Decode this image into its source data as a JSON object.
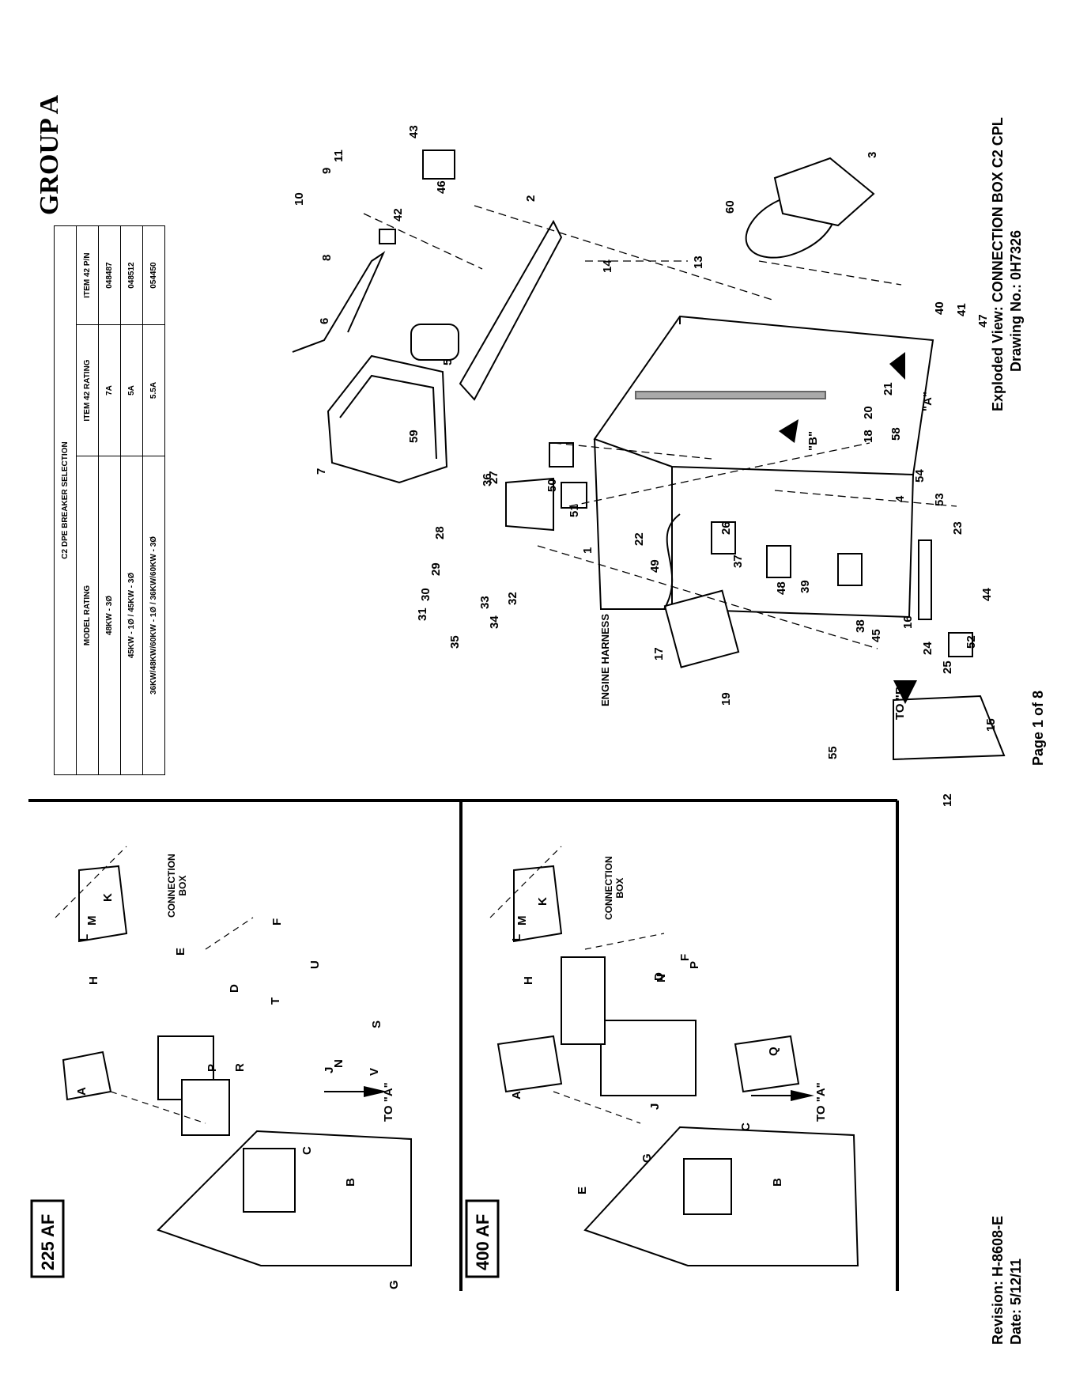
{
  "group_title": "GROUP A",
  "drawing_title": "Exploded View: CONNECTION BOX C2 CPL",
  "drawing_no": "Drawing No.: 0H7326",
  "revision": "Revision: H-8608-E",
  "date": "Date: 5/12/11",
  "page": "Page 1 of 8",
  "panel_225": "225 AF",
  "panel_400": "400 AF",
  "engine_harness": "ENGINE HARNESS",
  "connection_box": [
    "CONNECTION",
    "BOX"
  ],
  "to_a": "TO \"A\"",
  "to_b": "TO \"B\"",
  "ref_a": "\"A\"",
  "ref_b": "\"B\"",
  "table": {
    "title": "C2 DPE BREAKER SELECTION",
    "headers": [
      "MODEL RATING",
      "ITEM 42 RATING",
      "ITEM 42 P/N"
    ],
    "rows": [
      [
        "48KW - 3Ø",
        "7A",
        "048487"
      ],
      [
        "45KW - 1Ø / 45KW - 3Ø",
        "5A",
        "048512"
      ],
      [
        "36KW/48KW/60KW - 1Ø / 36KW/60KW - 3Ø",
        "5.5A",
        "054450"
      ]
    ]
  },
  "main_callouts": [
    "1",
    "2",
    "3",
    "4",
    "5",
    "6",
    "7",
    "8",
    "9",
    "10",
    "11",
    "12",
    "13",
    "14",
    "15",
    "16",
    "17",
    "18",
    "19",
    "20",
    "21",
    "22",
    "23",
    "24",
    "25",
    "26",
    "27",
    "28",
    "29",
    "30",
    "31",
    "32",
    "33",
    "34",
    "35",
    "36",
    "37",
    "38",
    "39",
    "40",
    "41",
    "42",
    "43",
    "44",
    "45",
    "46",
    "47",
    "48",
    "49",
    "50",
    "51",
    "52",
    "53",
    "54",
    "55",
    "58",
    "59",
    "60"
  ],
  "panel225_callouts": [
    "A",
    "B",
    "C",
    "D",
    "E",
    "F",
    "G",
    "H",
    "J",
    "K",
    "L",
    "M",
    "N",
    "P",
    "R",
    "S",
    "T",
    "U",
    "V"
  ],
  "panel400_callouts": [
    "A",
    "B",
    "C",
    "D",
    "E",
    "F",
    "G",
    "H",
    "J",
    "K",
    "L",
    "M",
    "N",
    "P",
    "Q"
  ]
}
